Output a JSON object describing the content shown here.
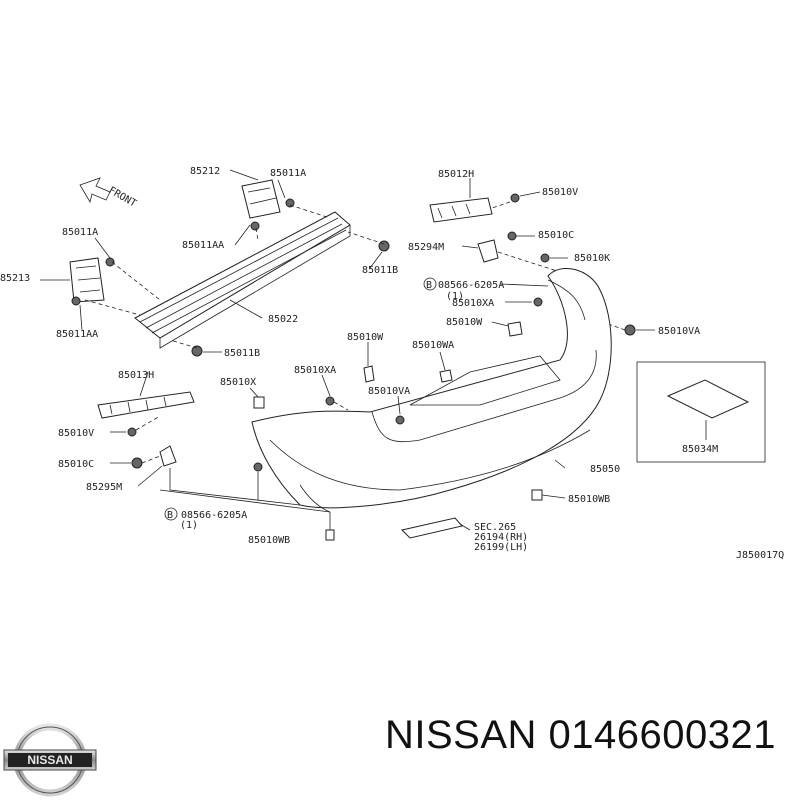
{
  "diagram": {
    "front_label": "FRONT",
    "code": "J850017Q",
    "labels": {
      "p85212": "85212",
      "p85011A_top": "85011A",
      "p85011AA_top": "85011AA",
      "p85011A_left": "85011A",
      "p85213": "85213",
      "p85011AA_left": "85011AA",
      "p85011B_right": "85011B",
      "p85022": "85022",
      "p85011B_bottom": "85011B",
      "p85012H": "85012H",
      "p85010V_top": "85010V",
      "p85010C_top": "85010C",
      "p85294M": "85294M",
      "p85010K": "85010K",
      "p08566_top": "08566-6205A",
      "p08566_top_qty": "(1)",
      "p85010XA_right": "85010XA",
      "p85010W_right": "85010W",
      "p85010VA_right": "85010VA",
      "p85010W_mid": "85010W",
      "p85010WA": "85010WA",
      "p85013H": "85013H",
      "p85010X": "85010X",
      "p85010XA_mid": "85010XA",
      "p85010VA_mid": "85010VA",
      "p85010V_left": "85010V",
      "p85010C_left": "85010C",
      "p85295M": "85295M",
      "p08566_bottom": "08566-6205A",
      "p08566_bottom_qty": "(1)",
      "p85010WB_bottom": "85010WB",
      "p85050": "85050",
      "p85010WB_right": "85010WB",
      "sec265": "SEC.265",
      "p26194": "26194(RH)",
      "p26199": "26199(LH)",
      "p85034M": "85034M"
    }
  },
  "brand": {
    "logo_text": "NISSAN",
    "title": "NISSAN 0146600321"
  }
}
